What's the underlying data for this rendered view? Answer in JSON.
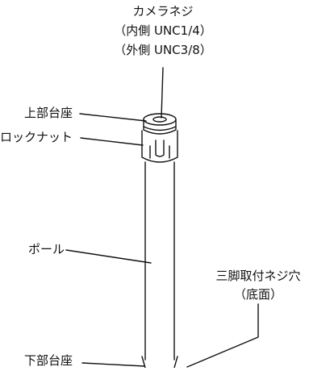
{
  "diagram": {
    "camera_screw": {
      "name": "カメラネジ",
      "inner": "（内側 UNC1/4）",
      "outer": "（外側 UNC3/8）"
    },
    "upper_base": "上部台座",
    "lock_nut": "ロックナット",
    "pole": "ポール",
    "tripod_hole": {
      "name": "三脚取付ネジ穴",
      "note": "（底面）"
    },
    "lower_base": "下部台座"
  },
  "colors": {
    "line": "#111111",
    "background": "#ffffff"
  }
}
